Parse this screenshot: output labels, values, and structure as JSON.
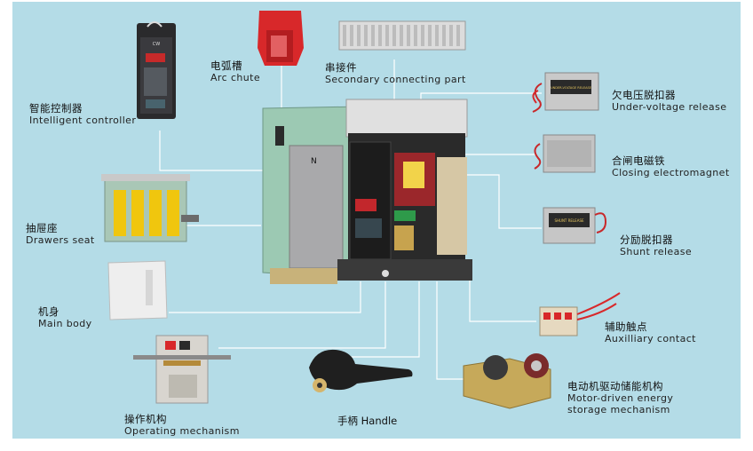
{
  "labels": {
    "arc_chute": {
      "zh": "电弧槽",
      "en": "Arc chute"
    },
    "secondary": {
      "zh": "串接件",
      "en": "Secondary connecting part"
    },
    "controller": {
      "zh": "智能控制器",
      "en": "Intelligent controller"
    },
    "under_voltage": {
      "zh": "欠电压脱扣器",
      "en": "Under-voltage release"
    },
    "closing": {
      "zh": "合闸电磁铁",
      "en": "Closing electromagnet"
    },
    "drawers": {
      "zh": "抽屉座",
      "en": "Drawers seat"
    },
    "shunt": {
      "zh": "分励脱扣器",
      "en": "Shunt release"
    },
    "main_body": {
      "zh": "机身",
      "en": "Main body"
    },
    "auxiliary": {
      "zh": "辅助触点",
      "en": "Auxilliary contact"
    },
    "operating": {
      "zh": "操作机构",
      "en": "Operating mechanism"
    },
    "handle": "手柄 Handle",
    "motor": {
      "zh": "电动机驱动储能机构",
      "en1": "Motor-driven energy",
      "en2": "storage mechanism"
    }
  },
  "part_text": {
    "main_n": "N",
    "shunt_plate": "SHUNT RELEASE",
    "uv_plate": "UNDER-VOLTAGE RELEASE",
    "controller_brand": "CW"
  },
  "colors": {
    "background": "#b4dce7",
    "leader_line": "#ffffff",
    "arc_chute_red": "#d8282a",
    "breaker_green": "#9cc9b3",
    "panel_black": "#1c1c1c"
  }
}
